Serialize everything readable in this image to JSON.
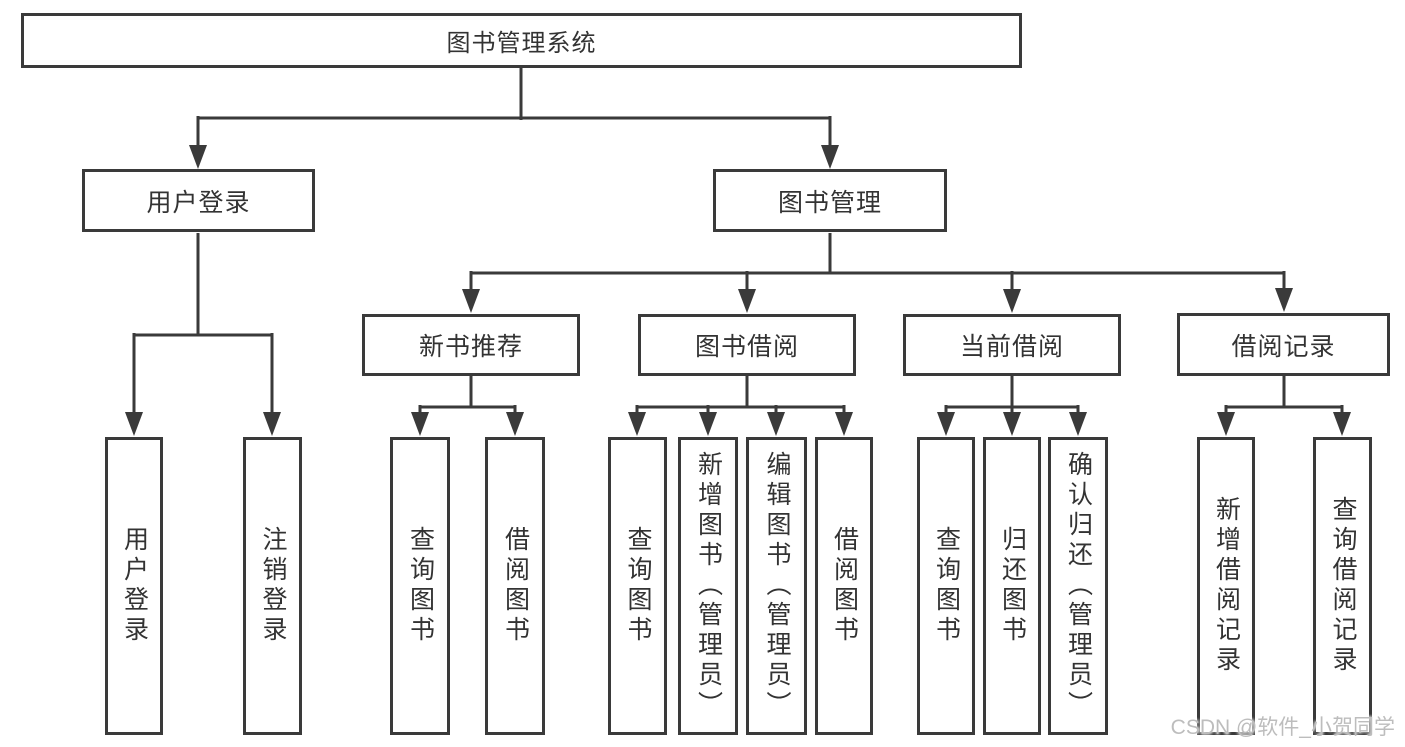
{
  "tree": {
    "label": "图书管理系统",
    "children": [
      {
        "label": "用户登录",
        "children": [
          {
            "label": "用户登录"
          },
          {
            "label": "注销登录"
          }
        ]
      },
      {
        "label": "图书管理",
        "children": [
          {
            "label": "新书推荐",
            "children": [
              {
                "label": "查询图书"
              },
              {
                "label": "借阅图书"
              }
            ]
          },
          {
            "label": "图书借阅",
            "children": [
              {
                "label": "查询图书"
              },
              {
                "label": "新增图书（管理员）"
              },
              {
                "label": "编辑图书（管理员）"
              },
              {
                "label": "借阅图书"
              }
            ]
          },
          {
            "label": "当前借阅",
            "children": [
              {
                "label": "查询图书"
              },
              {
                "label": "归还图书"
              },
              {
                "label": "确认归还（管理员）"
              }
            ]
          },
          {
            "label": "借阅记录",
            "children": [
              {
                "label": "新增借阅记录"
              },
              {
                "label": "查询借阅记录"
              }
            ]
          }
        ]
      }
    ]
  },
  "watermark": {
    "text": "CSDN @软件_小贺同学"
  },
  "colors": {
    "line": "#3a3a3a",
    "text": "#333333",
    "box_background": "#ffffff",
    "watermark": "#bdbdbd",
    "background": "#ffffff"
  }
}
